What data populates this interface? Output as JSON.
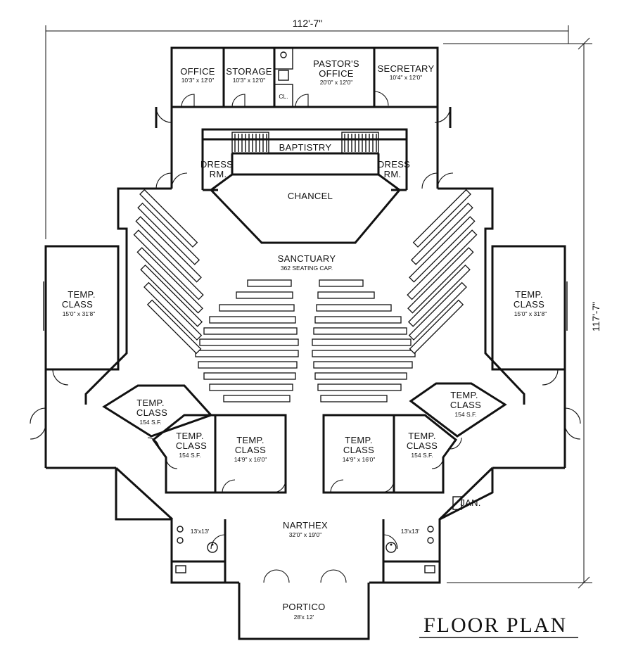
{
  "dimensions": {
    "width": "112'-7\"",
    "height": "117'-7\""
  },
  "title": "FLOOR PLAN",
  "rooms": {
    "office": {
      "name": "OFFICE",
      "size": "10'3\" x 12'0\""
    },
    "storage": {
      "name": "STORAGE",
      "size": "10'3\" x 12'0\""
    },
    "pastors_office": {
      "name_line1": "PASTOR'S",
      "name_line2": "OFFICE",
      "size": "20'0\" x 12'0\""
    },
    "closet": {
      "name": "CL."
    },
    "secretary": {
      "name": "SECRETARY",
      "size": "10'4\" x 12'0\""
    },
    "baptistry": {
      "name": "BAPTISTRY"
    },
    "dress_left": {
      "line1": "DRESS",
      "line2": "RM."
    },
    "dress_right": {
      "line1": "DRESS",
      "line2": "RM."
    },
    "chancel": {
      "name": "CHANCEL"
    },
    "sanctuary": {
      "name": "SANCTUARY",
      "capacity": "362 SEATING CAP."
    },
    "temp_class_left": {
      "line1": "TEMP.",
      "line2": "CLASS",
      "size": "15'0\" x 31'8\""
    },
    "temp_class_right": {
      "line1": "TEMP.",
      "line2": "CLASS",
      "size": "15'0\" x 31'8\""
    },
    "temp_class_lw_outer": {
      "line1": "TEMP.",
      "line2": "CLASS",
      "size": "154 S.F."
    },
    "temp_class_lw_inner": {
      "line1": "TEMP.",
      "line2": "CLASS",
      "size": "154 S.F."
    },
    "temp_class_lc": {
      "line1": "TEMP.",
      "line2": "CLASS",
      "size": "14'9\" x 16'0\""
    },
    "temp_class_rc": {
      "line1": "TEMP.",
      "line2": "CLASS",
      "size": "14'9\" x 16'0\""
    },
    "temp_class_rw_inner": {
      "line1": "TEMP.",
      "line2": "CLASS",
      "size": "154 S.F."
    },
    "temp_class_rw_outer": {
      "line1": "TEMP.",
      "line2": "CLASS",
      "size": "154 S.F."
    },
    "narthex": {
      "name": "NARTHEX",
      "size": "32'0\" x 19'0\""
    },
    "restroom_left": {
      "size": "13'x13'"
    },
    "restroom_right": {
      "size": "13'x13'"
    },
    "janitor": {
      "name": "JAN."
    },
    "portico": {
      "name": "PORTICO",
      "size": "28'x 12'"
    }
  }
}
